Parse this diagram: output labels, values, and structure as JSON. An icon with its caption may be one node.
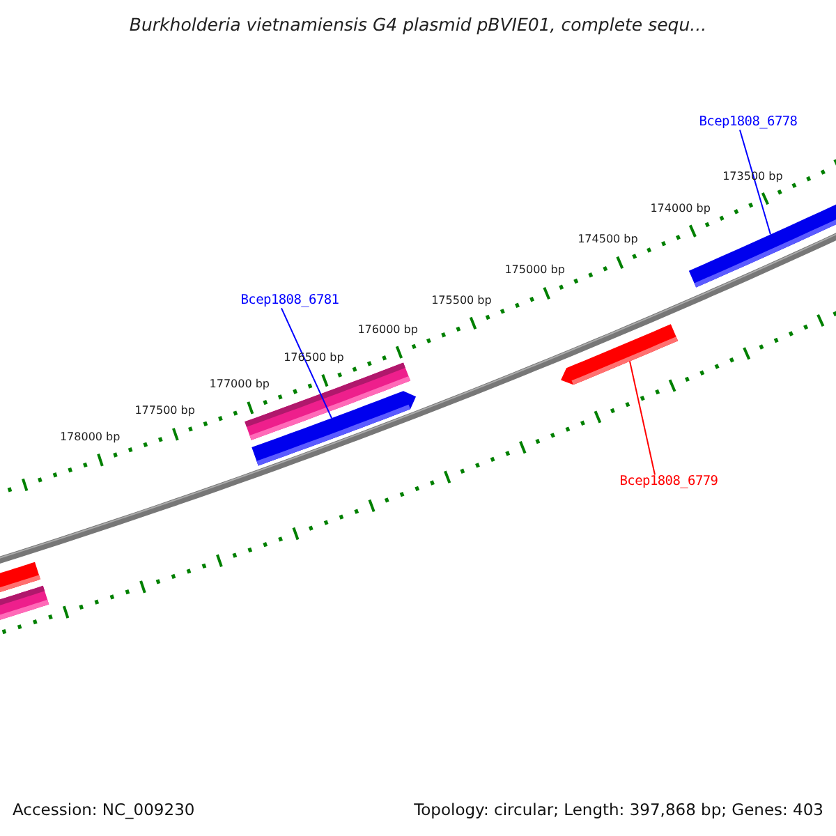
{
  "diagram": {
    "title": "Burkholderia vietnamiensis G4 plasmid pBVIE01, complete sequ...",
    "nodes": [
      {
        "text": [
          "Bcep1808_6778"
        ]
      },
      {
        "text": [
          "Bcep1808_6781"
        ]
      },
      {
        "text": [
          "Bcep1808_6779"
        ]
      },
      {
        "text": [],
        "shape": "bar"
      },
      {
        "text": [],
        "shape": "bar"
      },
      {
        "text": [],
        "shape": "bar"
      },
      {
        "text": [],
        "shape": "bar"
      },
      {
        "text": [],
        "shape": "bar"
      },
      {
        "text": [],
        "shape": "bar"
      }
    ],
    "edges": [
      {
        "from": 0,
        "to": 3,
        "arrow": "none",
        "color": "#0000ff"
      },
      {
        "from": 1,
        "to": 5,
        "arrow": "none",
        "color": "#0000ff"
      },
      {
        "from": 2,
        "to": 6,
        "arrow": "none",
        "color": "#ff0000"
      }
    ],
    "labels": [
      "173500 bp",
      "174000 bp",
      "174500 bp",
      "175000 bp",
      "175500 bp",
      "176000 bp",
      "176500 bp",
      "177000 bp",
      "177500 bp",
      "178000 bp",
      "Accession: NC_009230",
      "Topology: circular; Length: 397,868 bp; Genes: 403"
    ]
  }
}
